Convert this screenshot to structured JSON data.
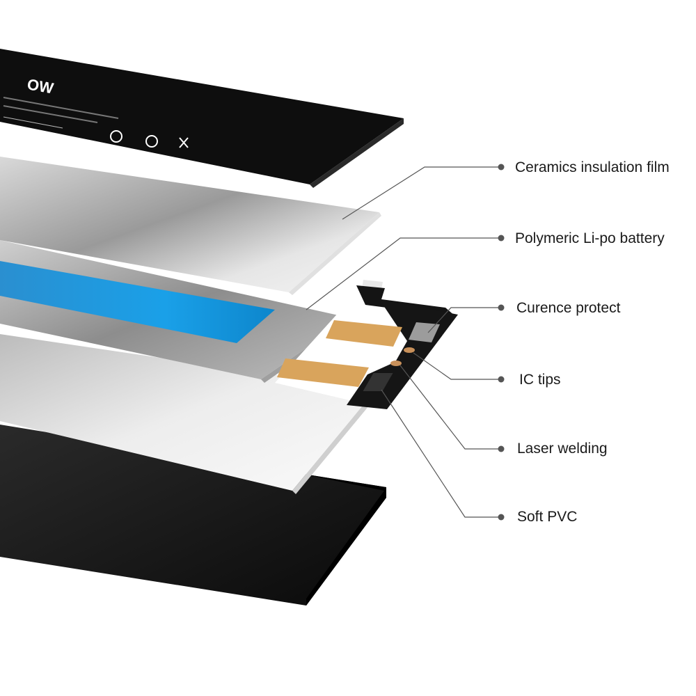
{
  "brand": {
    "logo_text": "OW"
  },
  "colors": {
    "accent_blue": "#1aa0e8",
    "copper": "#d9a45c",
    "layer_dark": "#111111",
    "leader_line": "#555555"
  },
  "callouts": [
    {
      "id": "ceramics",
      "label": "Ceramics insulation film"
    },
    {
      "id": "battery",
      "label": "Polymeric Li-po battery"
    },
    {
      "id": "protect",
      "label": "Curence protect"
    },
    {
      "id": "ic",
      "label": "IC tips"
    },
    {
      "id": "laser",
      "label": "Laser welding"
    },
    {
      "id": "pvc",
      "label": "Soft PVC"
    }
  ]
}
